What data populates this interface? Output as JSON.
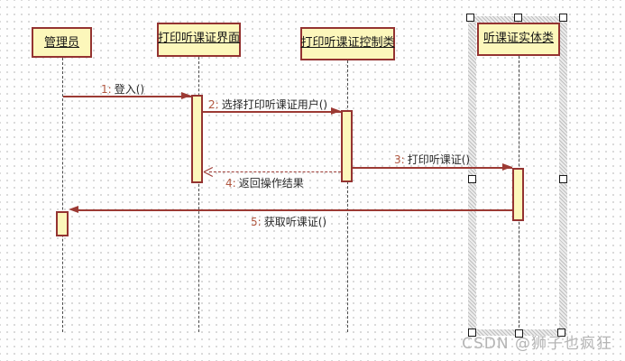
{
  "diagram_type": "uml-sequence-diagram",
  "lifelines": [
    {
      "id": "actor-admin",
      "name": "管理员",
      "selected": false
    },
    {
      "id": "boundary-print-card-ui",
      "name": "打印听课证界面",
      "selected": false
    },
    {
      "id": "control-print-card",
      "name": "打印听课证控制类",
      "selected": false
    },
    {
      "id": "entity-card",
      "name": "听课证实体类",
      "selected": true
    }
  ],
  "messages": [
    {
      "seq": "1:",
      "label": "登入()",
      "from": "管理员",
      "to": "打印听课证界面",
      "style": "solid"
    },
    {
      "seq": "2:",
      "label": "选择打印听课证用户()",
      "from": "打印听课证界面",
      "to": "打印听课证控制类",
      "style": "solid"
    },
    {
      "seq": "3:",
      "label": "打印听课证()",
      "from": "打印听课证控制类",
      "to": "听课证实体类",
      "style": "solid"
    },
    {
      "seq": "4:",
      "label": "返回操作结果",
      "from": "打印听课证控制类",
      "to": "打印听课证界面",
      "style": "dashed-return"
    },
    {
      "seq": "5:",
      "label": "获取听课证()",
      "from": "听课证实体类",
      "to": "管理员",
      "style": "solid"
    }
  ],
  "watermark": "CSDN @狮子也疯狂",
  "colors": {
    "box_fill": "#fcf7bb",
    "box_border": "#943331",
    "arrow": "#9c3a34",
    "sequence_number": "#b0563f",
    "label_text": "#2a2a2a",
    "watermark": "#b5b5b5"
  }
}
